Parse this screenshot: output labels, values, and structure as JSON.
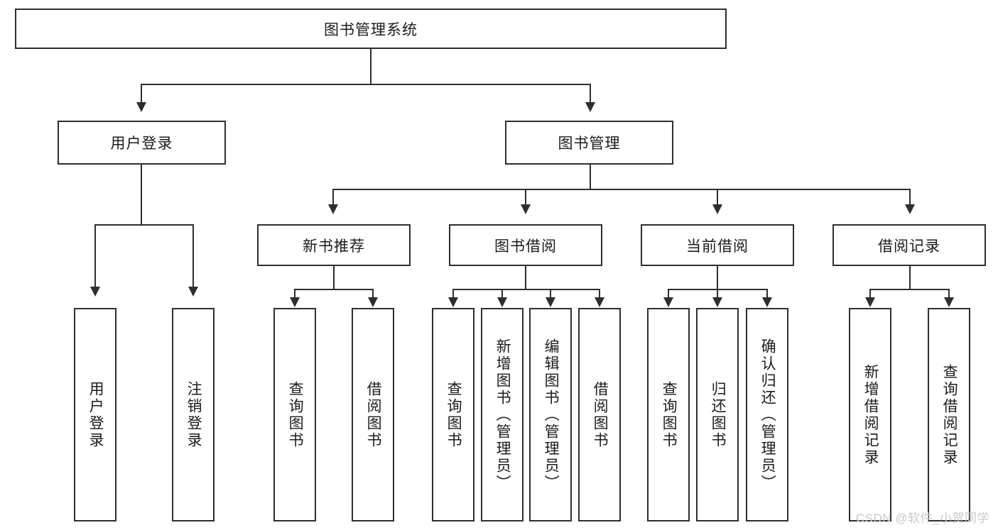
{
  "diagram": {
    "type": "hierarchy-tree",
    "title": "图书管理系统",
    "root": {
      "label": "图书管理系统"
    },
    "level2": [
      {
        "label": "用户登录"
      },
      {
        "label": "图书管理"
      }
    ],
    "level3": [
      {
        "label": "新书推荐"
      },
      {
        "label": "图书借阅"
      },
      {
        "label": "当前借阅"
      },
      {
        "label": "借阅记录"
      }
    ],
    "leaves": {
      "user_login": [
        {
          "label": "用户登录"
        },
        {
          "label": "注销登录"
        }
      ],
      "new_book_recommend": [
        {
          "label": "查询图书"
        },
        {
          "label": "借阅图书"
        }
      ],
      "book_borrow": [
        {
          "label": "查询图书"
        },
        {
          "label": "新增图书（管理员）"
        },
        {
          "label": "编辑图书（管理员）"
        },
        {
          "label": "借阅图书"
        }
      ],
      "current_borrow": [
        {
          "label": "查询图书"
        },
        {
          "label": "归还图书"
        },
        {
          "label": "确认归还（管理员）"
        }
      ],
      "borrow_record": [
        {
          "label": "新增借阅记录"
        },
        {
          "label": "查询借阅记录"
        }
      ]
    }
  },
  "watermark": {
    "text": "CSDN @软件_小贺同学"
  },
  "colors": {
    "stroke": "#2e2e2e",
    "background": "#ffffff",
    "text": "#1b1b1b",
    "watermark": "#c9c9c9"
  }
}
